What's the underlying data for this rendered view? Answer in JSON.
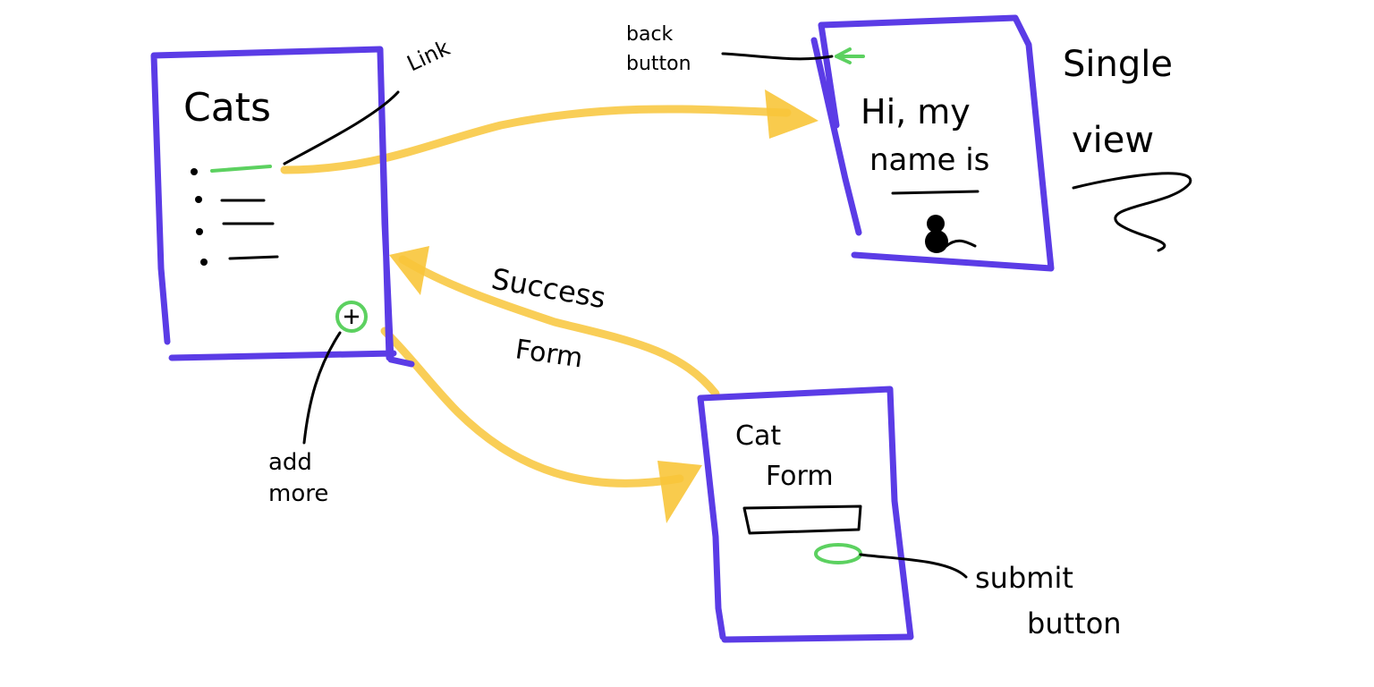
{
  "colors": {
    "frame": "#5b3ce6",
    "arrow": "#f8c53a",
    "accent": "#5cd160",
    "ink": "#000000"
  },
  "list_screen": {
    "title": "Cats",
    "annotation_link": "Link",
    "annotation_add": [
      "add",
      "more"
    ],
    "add_icon": "plus-circle-icon"
  },
  "single_view": {
    "annotation_back": [
      "back",
      "button"
    ],
    "label": [
      "Single",
      "view"
    ],
    "greeting": [
      "Hi, my",
      "name is"
    ],
    "back_icon": "arrow-left-icon",
    "image_icon": "cat-icon"
  },
  "form_screen": {
    "title": [
      "Cat",
      "Form"
    ],
    "annotation_submit": [
      "submit",
      "button"
    ]
  },
  "flows": {
    "success": "Success",
    "form": "Form"
  }
}
